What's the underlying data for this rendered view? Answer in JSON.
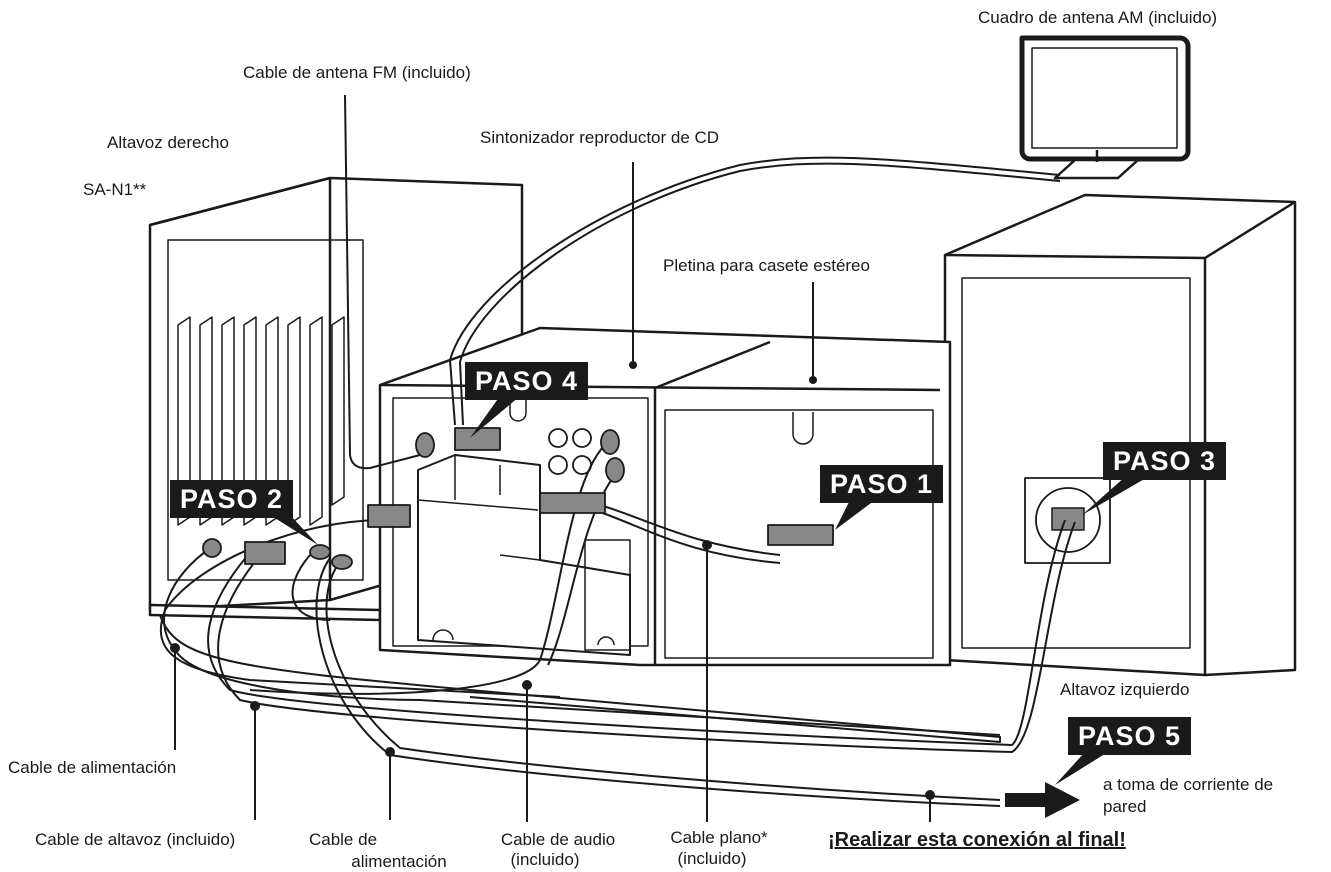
{
  "labels": {
    "am_antenna": "Cuadro de antena AM (incluido)",
    "fm_antenna": "Cable de antena FM (incluido)",
    "right_speaker": "Altavoz derecho",
    "model": "SA-N1**",
    "cd_tuner": "Sintonizador reproductor de CD",
    "cassette_deck": "Pletina para casete estéreo",
    "left_speaker": "Altavoz izquierdo",
    "power_cable_left": "Cable de alimentación",
    "speaker_cable": "Cable de altavoz (incluido)",
    "power_cable_line1": "Cable de",
    "power_cable_line2": "alimentación",
    "audio_cable_line1": "Cable de audio",
    "audio_cable_line2": "(incluido)",
    "flat_cable_line1": "Cable plano*",
    "flat_cable_line2": "(incluido)",
    "wall_outlet_line1": "a toma de corriente de",
    "wall_outlet_line2": "pared",
    "final_note": "¡Realizar esta conexión al final!"
  },
  "steps": {
    "paso1": "PASO 1",
    "paso2": "PASO 2",
    "paso3": "PASO 3",
    "paso4": "PASO 4",
    "paso5": "PASO 5"
  }
}
